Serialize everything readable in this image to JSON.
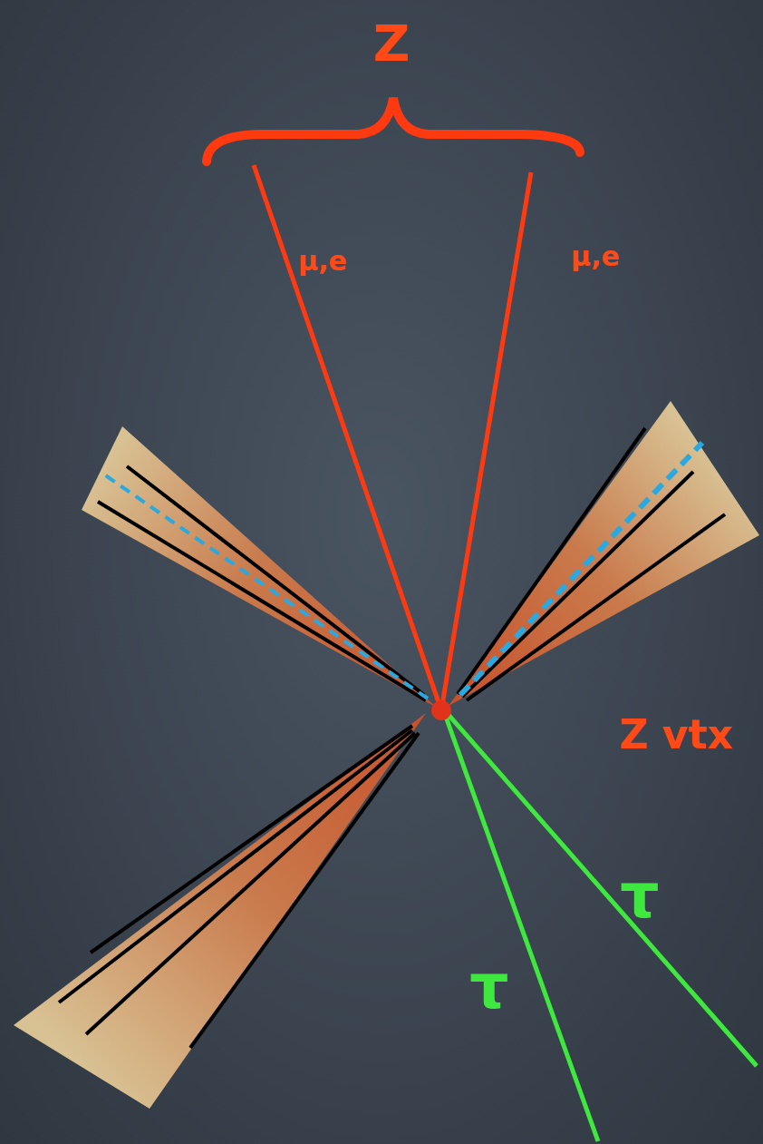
{
  "diagram": {
    "labels": [
      "Z",
      "μ,e",
      "μ,e",
      "Z vtx",
      "τ",
      "τ"
    ]
  }
}
